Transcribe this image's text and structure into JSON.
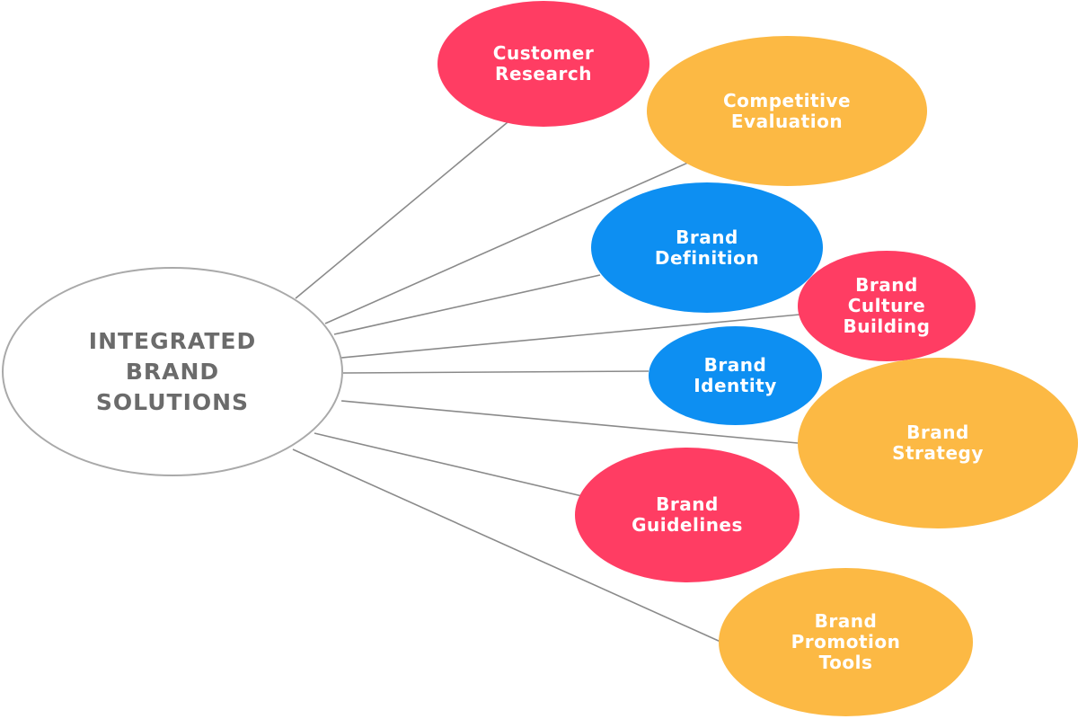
{
  "diagram": {
    "center": {
      "label": "INTEGRATED\nBRAND\nSOLUTIONS"
    },
    "nodes": [
      {
        "label": "Customer\nResearch",
        "color": "#ff3d63"
      },
      {
        "label": "Competitive\nEvaluation",
        "color": "#fcb944"
      },
      {
        "label": "Brand\nDefinition",
        "color": "#0d8ff2"
      },
      {
        "label": "Brand\nCulture\nBuilding",
        "color": "#ff3d63"
      },
      {
        "label": "Brand\nIdentity",
        "color": "#0d8ff2"
      },
      {
        "label": "Brand\nStrategy",
        "color": "#fcb944"
      },
      {
        "label": "Brand\nGuidelines",
        "color": "#ff3d63"
      },
      {
        "label": "Brand\nPromotion\nTools",
        "color": "#fcb944"
      }
    ],
    "line_color": "#8a8a8a"
  }
}
